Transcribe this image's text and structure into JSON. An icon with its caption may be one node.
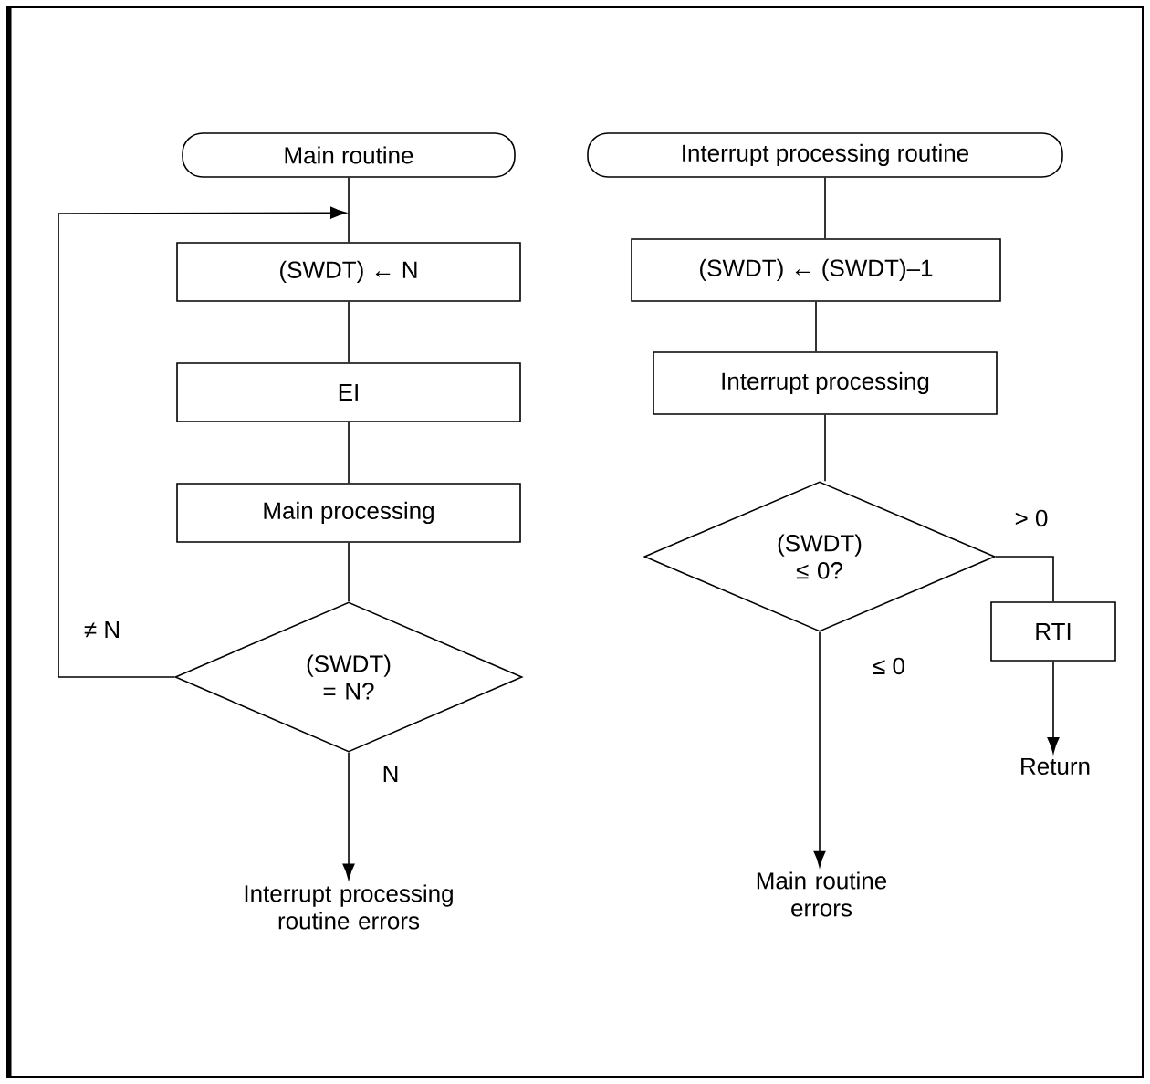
{
  "diagram": {
    "nodes": [
      {
        "text": [
          "Main routine"
        ]
      },
      {
        "text": [
          "(SWDT) ← N"
        ]
      },
      {
        "text": [
          "EI"
        ]
      },
      {
        "text": [
          "Main processing"
        ]
      },
      {
        "text": [
          "(SWDT) = N?"
        ]
      },
      {
        "text": [
          "Interrupt processing routine errors"
        ]
      },
      {
        "text": [
          "Interrupt processing routine"
        ]
      },
      {
        "text": [
          "(SWDT) ← (SWDT)–1"
        ]
      },
      {
        "text": [
          "Interrupt processing"
        ]
      },
      {
        "text": [
          "(SWDT) ≤ 0?"
        ]
      },
      {
        "text": [
          "RTI"
        ]
      },
      {
        "text": [
          "Return"
        ]
      },
      {
        "text": [
          "Main routine errors"
        ]
      }
    ],
    "edges": [
      {
        "from": 0,
        "to": 1,
        "arrow": "none"
      },
      {
        "from": 1,
        "to": 2,
        "arrow": "none"
      },
      {
        "from": 2,
        "to": 3,
        "arrow": "none"
      },
      {
        "from": 3,
        "to": 4,
        "arrow": "none"
      },
      {
        "from": 4,
        "to": 1,
        "arrow": "to",
        "label": "≠ N"
      },
      {
        "from": 4,
        "to": 5,
        "arrow": "to",
        "label": "N"
      },
      {
        "from": 6,
        "to": 7,
        "arrow": "none"
      },
      {
        "from": 7,
        "to": 8,
        "arrow": "none"
      },
      {
        "from": 8,
        "to": 9,
        "arrow": "none"
      },
      {
        "from": 9,
        "to": 10,
        "arrow": "none",
        "label": "> 0"
      },
      {
        "from": 10,
        "to": 11,
        "arrow": "to"
      },
      {
        "from": 9,
        "to": 12,
        "arrow": "to",
        "label": "≤ 0"
      }
    ]
  }
}
